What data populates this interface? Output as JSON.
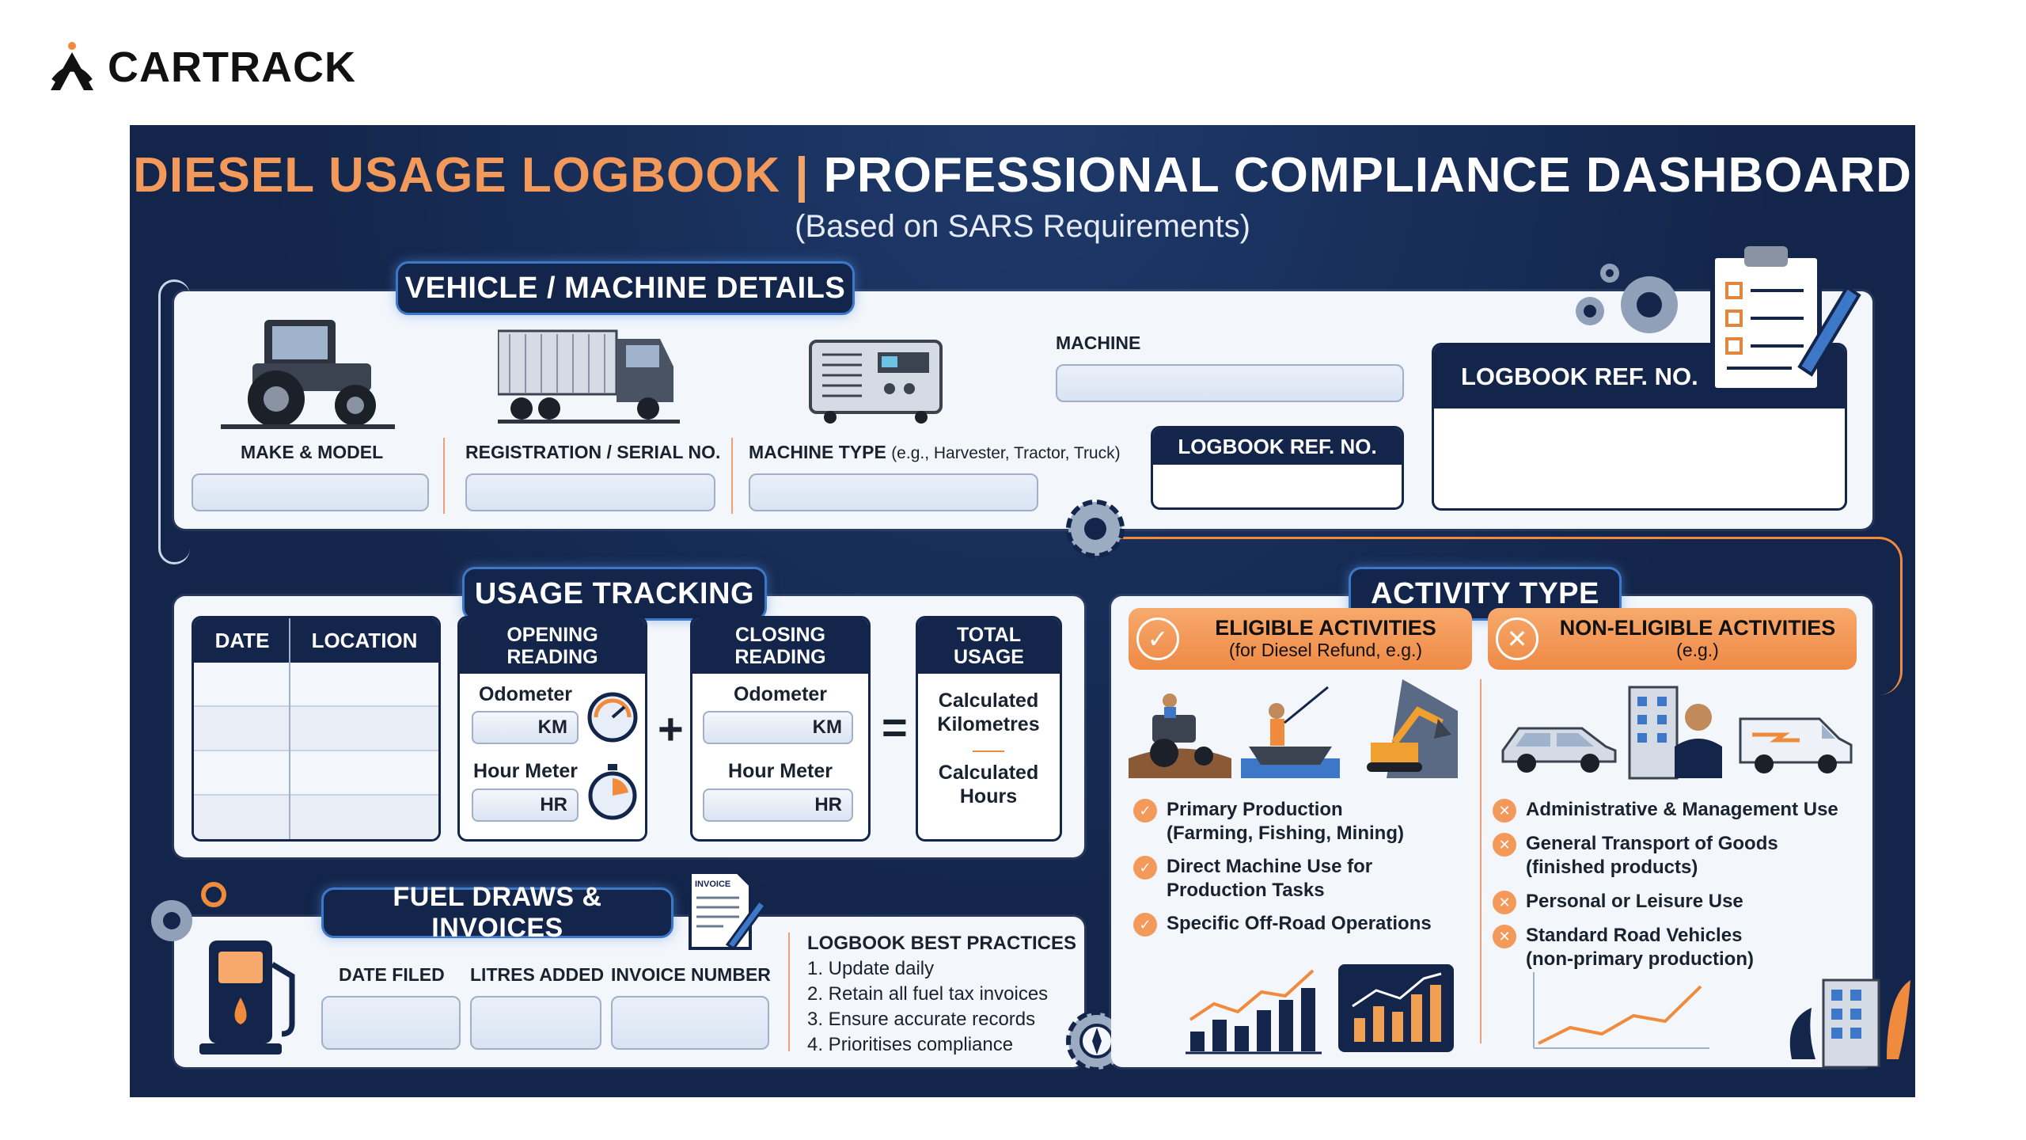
{
  "brand": {
    "name": "CARTRACK"
  },
  "title": {
    "part1": "DIESEL USAGE LOGBOOK",
    "separator": "|",
    "part2": "PROFESSIONAL COMPLIANCE DASHBOARD",
    "subtitle": "(Based on SARS Requirements)"
  },
  "vehicle": {
    "tab": "VEHICLE / MACHINE DETAILS",
    "make_model": "MAKE & MODEL",
    "registration": "REGISTRATION / SERIAL NO.",
    "machine_type": "MACHINE TYPE",
    "machine_type_hint": "(e.g., Harvester, Tractor, Truck)",
    "machine": "MACHINE",
    "logbook_ref_small": "LOGBOOK REF. NO.",
    "logbook_ref_large": "LOGBOOK REF. NO."
  },
  "usage": {
    "tab": "USAGE TRACKING",
    "date": "DATE",
    "location": "LOCATION",
    "opening": "OPENING READING",
    "closing": "CLOSING READING",
    "total": "TOTAL USAGE",
    "odometer": "Odometer",
    "hour_meter": "Hour Meter",
    "km": "KM",
    "hr": "HR",
    "plus": "+",
    "equals": "=",
    "calc_km": "Calculated Kilometres",
    "calc_hours": "Calculated Hours"
  },
  "fuel": {
    "tab": "FUEL DRAWS & INVOICES",
    "invoice_icon_text": "INVOICE",
    "date_filed": "DATE FILED",
    "litres": "LITRES ADDED",
    "invoice_number": "INVOICE NUMBER",
    "best_practices": {
      "title": "LOGBOOK BEST PRACTICES",
      "items": [
        "1. Update daily",
        "2. Retain all fuel tax invoices",
        "3. Ensure accurate records",
        "4. Prioritises compliance"
      ]
    }
  },
  "activity": {
    "tab": "ACTIVITY TYPE",
    "eligible": {
      "title": "ELIGIBLE ACTIVITIES",
      "subtitle": "(for Diesel Refund, e.g.)",
      "items": [
        [
          "Primary Production",
          "(Farming, Fishing, Mining)"
        ],
        [
          "Direct Machine Use for",
          "Production Tasks"
        ],
        [
          "Specific Off-Road Operations",
          ""
        ]
      ]
    },
    "non_eligible": {
      "title": "NON-ELIGIBLE ACTIVITIES",
      "subtitle": "(e.g.)",
      "items": [
        [
          "Administrative & Management Use",
          ""
        ],
        [
          "General Transport of Goods",
          "(finished products)"
        ],
        [
          "Personal or Leisure Use",
          ""
        ],
        [
          "Standard Road Vehicles",
          "(non-primary production)"
        ]
      ]
    }
  },
  "colors": {
    "navy": "#13254a",
    "orange": "#f39a5a",
    "panel": "#f3f6fb",
    "accent_blue": "#3d77c8"
  }
}
